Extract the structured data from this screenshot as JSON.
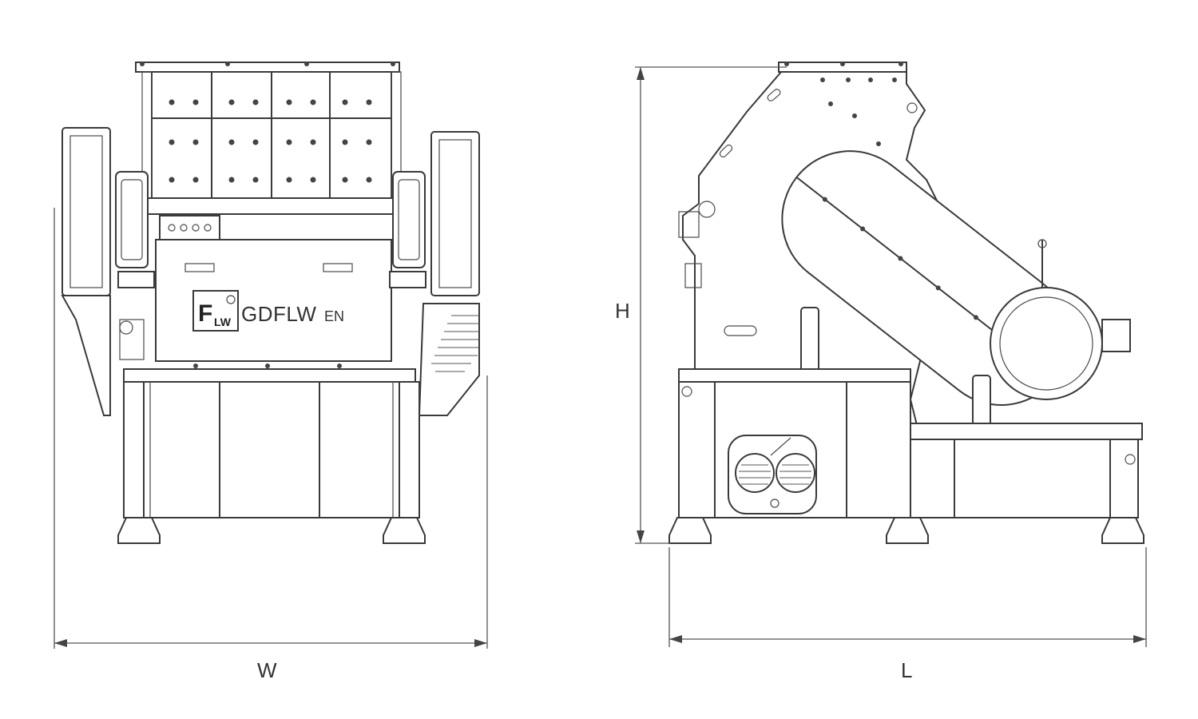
{
  "dimensions": {
    "width_label": "W",
    "height_label": "H",
    "length_label": "L"
  },
  "brand": {
    "logo_letters_top": "F",
    "logo_letters_bottom": "LW",
    "name_main": "GDFLW",
    "name_suffix": "EN"
  },
  "colors": {
    "line": "#3a3a3a",
    "background": "#ffffff"
  }
}
